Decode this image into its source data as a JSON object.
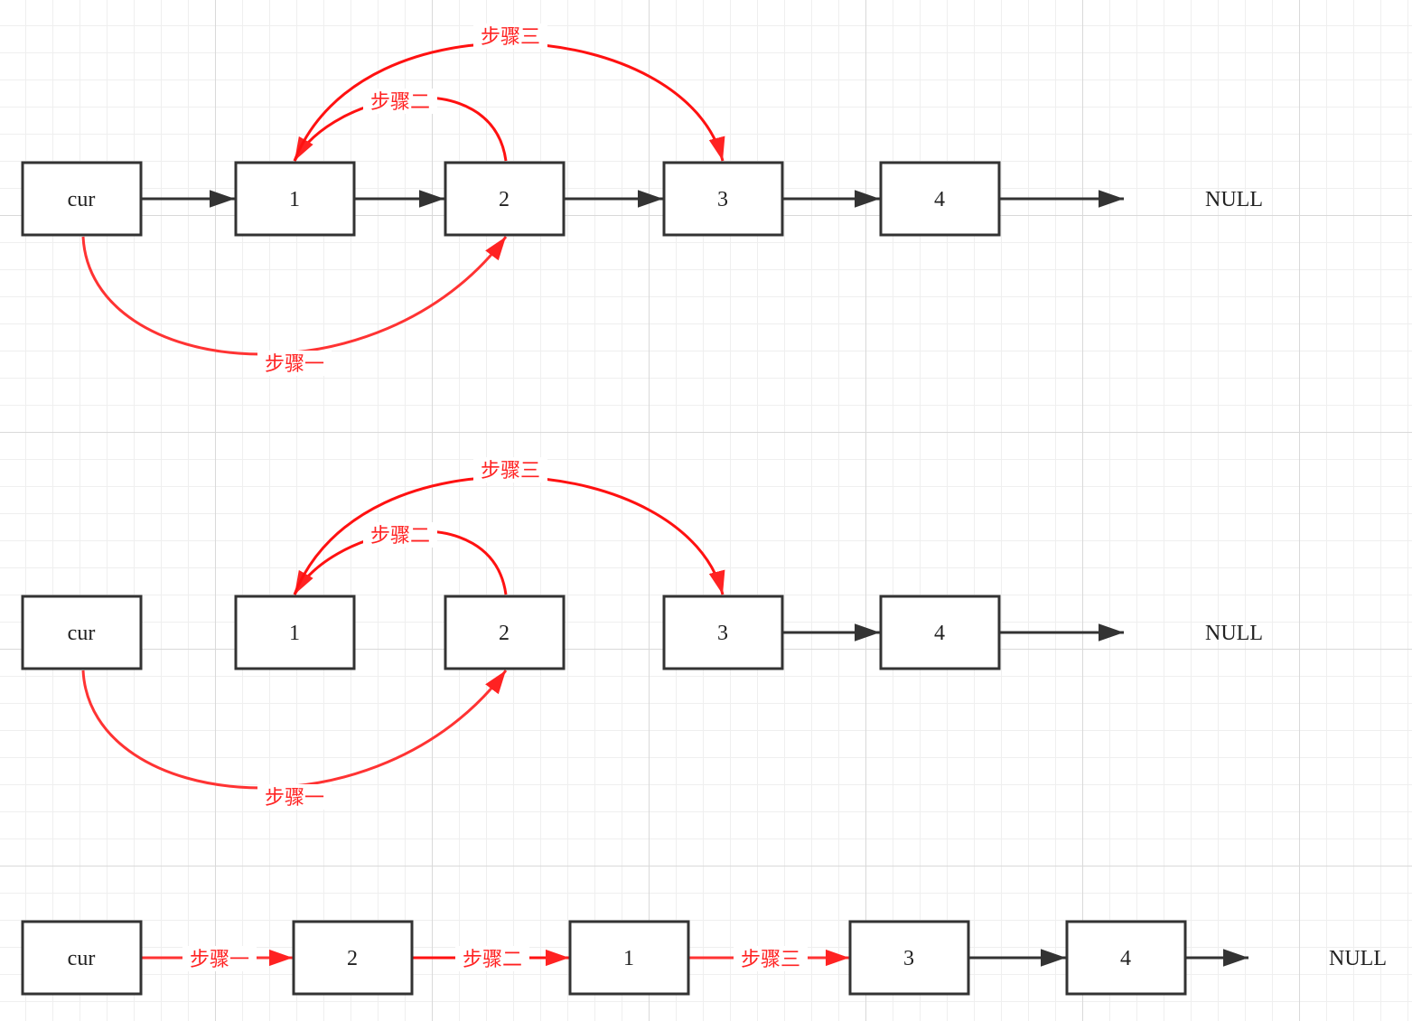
{
  "diagrams": [
    {
      "nodes": [
        "cur",
        "1",
        "2",
        "3",
        "4"
      ],
      "null_label": "NULL",
      "steps": {
        "one": "步骤一",
        "two": "步骤二",
        "three": "步骤三"
      }
    },
    {
      "nodes": [
        "cur",
        "1",
        "2",
        "3",
        "4"
      ],
      "null_label": "NULL",
      "steps": {
        "one": "步骤一",
        "two": "步骤二",
        "three": "步骤三"
      }
    },
    {
      "nodes": [
        "cur",
        "2",
        "1",
        "3",
        "4"
      ],
      "null_label": "NULL",
      "steps": {
        "one": "步骤一",
        "two": "步骤二",
        "three": "步骤三"
      }
    }
  ],
  "colors": {
    "node_border": "#333333",
    "step_arrow": "#ff3333",
    "step_text": "#ff2222"
  }
}
